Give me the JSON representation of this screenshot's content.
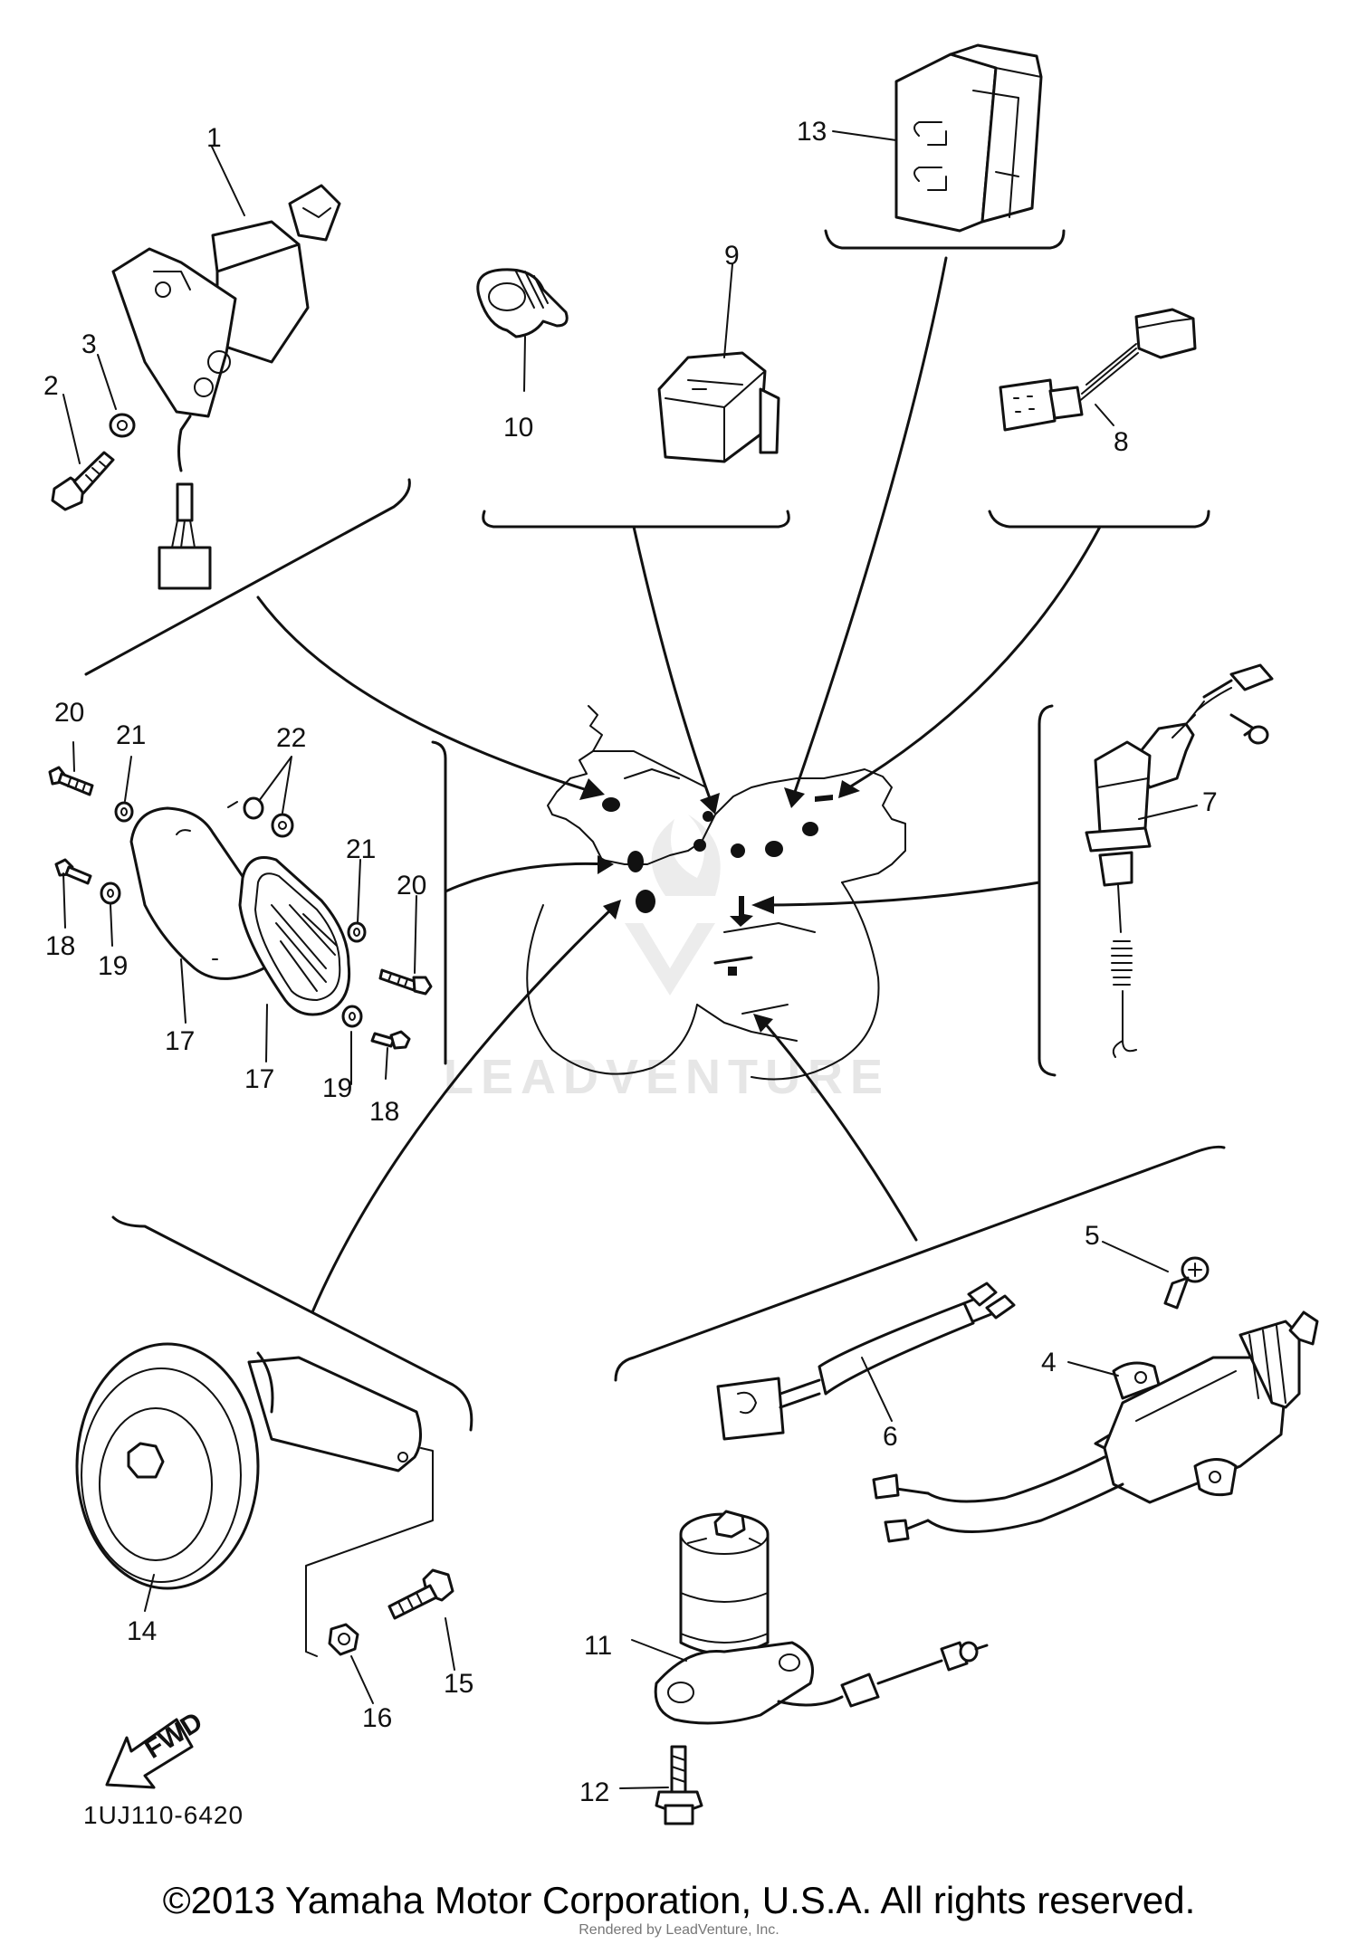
{
  "diagram": {
    "drawing_code": "1UJ110-6420",
    "watermark": "LEADVENTURE",
    "fwd_label": "FWD",
    "callouts": {
      "c1": "1",
      "c2": "2",
      "c3": "3",
      "c4": "4",
      "c5": "5",
      "c6": "6",
      "c7": "7",
      "c8": "8",
      "c9": "9",
      "c10": "10",
      "c11": "11",
      "c12": "12",
      "c13": "13",
      "c14": "14",
      "c15": "15",
      "c16": "16",
      "c17a": "17",
      "c17b": "17",
      "c18a": "18",
      "c18b": "18",
      "c19a": "19",
      "c19b": "19",
      "c20a": "20",
      "c20b": "20",
      "c21a": "21",
      "c21b": "21",
      "c22": "22"
    }
  },
  "footer": {
    "copyright": "©2013 Yamaha Motor Corporation, U.S.A. All rights reserved.",
    "rendered_by": "Rendered by LeadVenture, Inc."
  }
}
